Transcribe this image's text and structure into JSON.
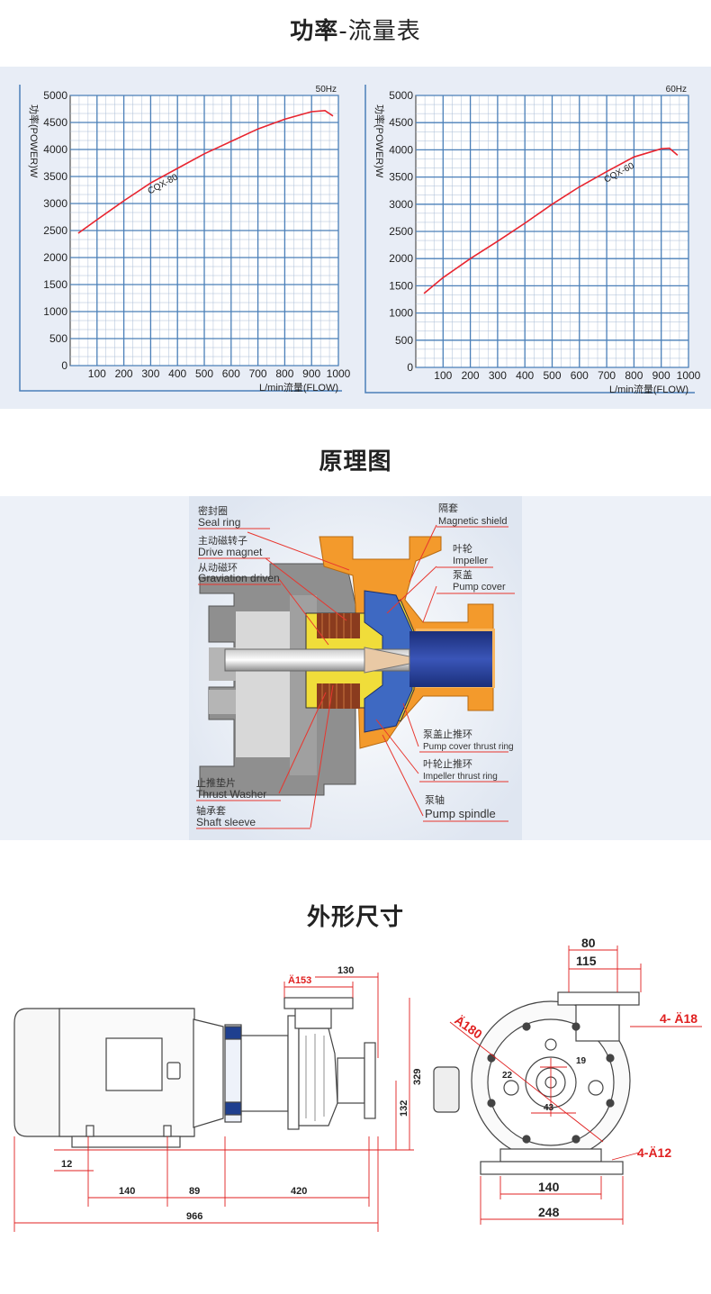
{
  "sections": {
    "power_title_bold": "功率",
    "power_title_rest": "-流量表",
    "principle_title": "原理图",
    "dimension_title": "外形尺寸"
  },
  "chart_data": [
    {
      "type": "line",
      "frequency_label": "50Hz",
      "ylabel": "功率(POWER)W",
      "xlabel": "L/min流量(FLOW)",
      "xlim": [
        0,
        1000
      ],
      "ylim": [
        0,
        5000
      ],
      "x_ticks": [
        100,
        200,
        300,
        400,
        500,
        600,
        700,
        800,
        900,
        1000
      ],
      "y_ticks": [
        0,
        500,
        1000,
        1500,
        2000,
        2500,
        3000,
        3500,
        4000,
        4500,
        5000
      ],
      "grid": true,
      "series": [
        {
          "name": "CQX-80",
          "color": "#e8252f",
          "x": [
            30,
            100,
            200,
            300,
            400,
            500,
            600,
            700,
            800,
            900,
            950,
            980
          ],
          "y": [
            2450,
            2700,
            3050,
            3380,
            3650,
            3920,
            4150,
            4380,
            4560,
            4700,
            4720,
            4620
          ]
        }
      ]
    },
    {
      "type": "line",
      "frequency_label": "60Hz",
      "ylabel": "功率(POWER)W",
      "xlabel": "L/min流量(FLOW)",
      "xlim": [
        0,
        1000
      ],
      "ylim": [
        0,
        5000
      ],
      "x_ticks": [
        100,
        200,
        300,
        400,
        500,
        600,
        700,
        800,
        900,
        1000
      ],
      "y_ticks": [
        0,
        500,
        1000,
        1500,
        2000,
        2500,
        3000,
        3500,
        4000,
        4500,
        5000
      ],
      "grid": true,
      "series": [
        {
          "name": "CQX-60",
          "color": "#e8252f",
          "x": [
            30,
            100,
            200,
            300,
            400,
            500,
            600,
            700,
            800,
            900,
            930,
            960
          ],
          "y": [
            1360,
            1650,
            2000,
            2320,
            2650,
            3000,
            3320,
            3600,
            3870,
            4020,
            4030,
            3900
          ]
        }
      ]
    }
  ],
  "principle_labels": {
    "seal_ring_cn": "密封圈",
    "seal_ring_en": "Seal ring",
    "drive_magnet_cn": "主动磁转子",
    "drive_magnet_en": "Drive magnet",
    "driven_cn": "从动磁环",
    "driven_en": "Graviation driven",
    "thrust_washer_cn": "止推垫片",
    "thrust_washer_en": "Thrust Washer",
    "shaft_sleeve_cn": "轴承套",
    "shaft_sleeve_en": "Shaft sleeve",
    "magnetic_shield_cn": "隔套",
    "magnetic_shield_en": "Magnetic shield",
    "impeller_cn": "叶轮",
    "impeller_en": "Impeller",
    "pump_cover_cn": "泵盖",
    "pump_cover_en": "Pump cover",
    "cover_thrust_cn": "泵盖止推环",
    "cover_thrust_en": "Pump cover thrust ring",
    "impeller_thrust_cn": "叶轮止推环",
    "impeller_thrust_en": "Impeller thrust ring",
    "spindle_cn": "泵轴",
    "spindle_en": "Pump spindle"
  },
  "dimensions": {
    "outlet_dia": "Ä153",
    "d130": "130",
    "d329": "329",
    "d132": "132",
    "d12": "12",
    "d140": "140",
    "d89": "89",
    "d420": "420",
    "d966": "966",
    "d80": "80",
    "d115": "115",
    "bolt": "4- Ä18",
    "pcd": "Ä180",
    "d19": "19",
    "d22": "22",
    "d43": "43",
    "base_holes": "4-Ä12",
    "d140b": "140",
    "d248": "248"
  },
  "colors": {
    "grid_blue": "#4a7fb8",
    "grid_fine": "#a9bcd6",
    "curve_red": "#e8252f",
    "orange": "#f39a2c",
    "dim_red": "#e02020",
    "navy": "#1f3f8f",
    "band": "#e8edf6"
  }
}
